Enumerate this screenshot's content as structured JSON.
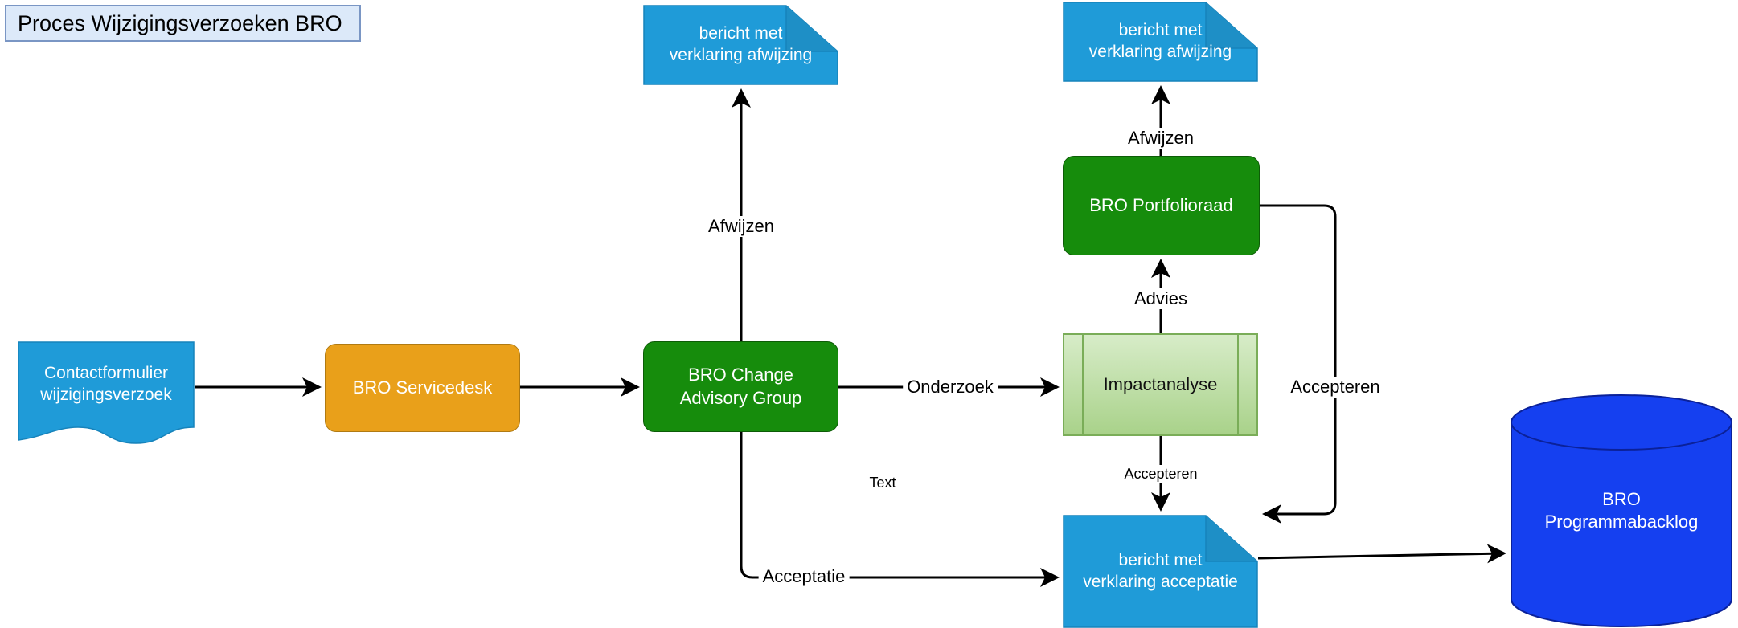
{
  "title": {
    "text": "Proces Wijzigingsverzoeken BRO",
    "background": "#dce9f9",
    "border": "#7a96c4"
  },
  "colors": {
    "blue_note": "#1f9bd8",
    "green_process": "#168c0c",
    "orange_process": "#e9a01a",
    "light_green_process": "#a9d28a",
    "database_blue": "#1540f0",
    "edge": "#000000",
    "text_on_fill": "#ffffff",
    "text_plain": "#000000"
  },
  "diagram": {
    "type": "flowchart",
    "nodes": [
      {
        "id": "contactformulier",
        "label": "Contactformulier\nwijzigingsverzoek",
        "shape": "document",
        "fill": "#1f9bd8",
        "text_color": "#ffffff"
      },
      {
        "id": "servicedesk",
        "label": "BRO Servicedesk",
        "shape": "rounded-rect",
        "fill": "#e9a01a",
        "text_color": "#ffffff"
      },
      {
        "id": "cag",
        "label": "BRO Change\nAdvisory Group",
        "shape": "rounded-rect",
        "fill": "#168c0c",
        "text_color": "#ffffff"
      },
      {
        "id": "afwijzing-1",
        "label": "bericht met\nverklaring afwijzing",
        "shape": "note",
        "fill": "#1f9bd8",
        "text_color": "#ffffff"
      },
      {
        "id": "impactanalyse",
        "label": "Impactanalyse",
        "shape": "predefined-process",
        "fill": "#a9d28a",
        "text_color": "#111111"
      },
      {
        "id": "portfolioraad",
        "label": "BRO Portfolioraad",
        "shape": "rounded-rect",
        "fill": "#168c0c",
        "text_color": "#ffffff"
      },
      {
        "id": "afwijzing-2",
        "label": "bericht met\nverklaring afwijzing",
        "shape": "note",
        "fill": "#1f9bd8",
        "text_color": "#ffffff"
      },
      {
        "id": "acceptatie",
        "label": "bericht met\nverklaring acceptatie",
        "shape": "note",
        "fill": "#1f9bd8",
        "text_color": "#ffffff"
      },
      {
        "id": "backlog",
        "label": "BRO\nProgrammabacklog",
        "shape": "cylinder",
        "fill": "#1540f0",
        "text_color": "#ffffff"
      }
    ],
    "edges": [
      {
        "id": "e1",
        "from": "contactformulier",
        "to": "servicedesk",
        "label": ""
      },
      {
        "id": "e2",
        "from": "servicedesk",
        "to": "cag",
        "label": ""
      },
      {
        "id": "e3",
        "from": "cag",
        "to": "afwijzing-1",
        "label": "Afwijzen"
      },
      {
        "id": "e4",
        "from": "cag",
        "to": "impactanalyse",
        "label": "Onderzoek"
      },
      {
        "id": "e5",
        "from": "cag",
        "to": "acceptatie",
        "label": "Acceptatie"
      },
      {
        "id": "e6",
        "from": "impactanalyse",
        "to": "portfolioraad",
        "label": "Advies"
      },
      {
        "id": "e7",
        "from": "portfolioraad",
        "to": "afwijzing-2",
        "label": "Afwijzen"
      },
      {
        "id": "e8",
        "from": "impactanalyse",
        "to": "acceptatie",
        "label": "Accepteren"
      },
      {
        "id": "e9",
        "from": "portfolioraad",
        "to": "acceptatie",
        "label": "Accepteren"
      },
      {
        "id": "e10",
        "from": "acceptatie",
        "to": "backlog",
        "label": ""
      }
    ],
    "floating_labels": [
      {
        "id": "text-note",
        "label": "Text"
      }
    ]
  }
}
